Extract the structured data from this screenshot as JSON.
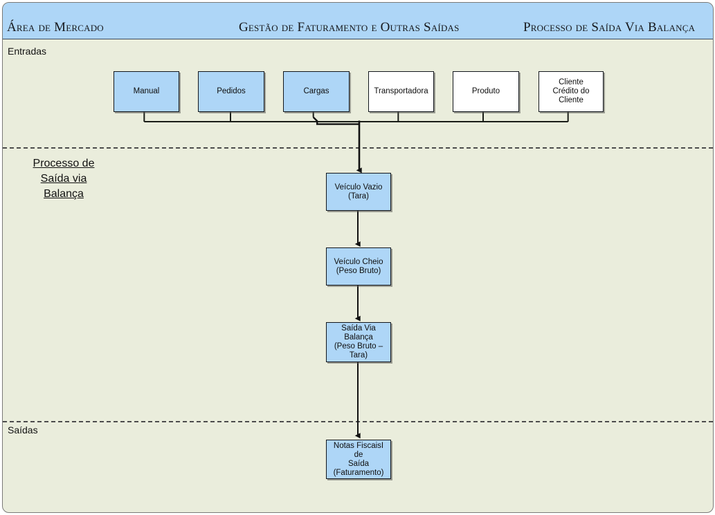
{
  "header": {
    "left_title": "Área de Mercado",
    "center_title": "Gestão de Faturamento e Outras Saídas",
    "right_title": "Processo de Saída Via Balança"
  },
  "lanes": {
    "inputs_label": "Entradas",
    "process_label_line1": "Processo de",
    "process_label_line2": "Saída via",
    "process_label_line3": "Balança",
    "outputs_label": "Saídas"
  },
  "inputs": [
    {
      "id": "manual",
      "label": "Manual",
      "label2": "",
      "fill": "blue"
    },
    {
      "id": "pedidos",
      "label": "Pedidos",
      "label2": "",
      "fill": "blue"
    },
    {
      "id": "cargas",
      "label": "Cargas",
      "label2": "",
      "fill": "blue"
    },
    {
      "id": "transportadora",
      "label": "Transportadora",
      "label2": "",
      "fill": "white"
    },
    {
      "id": "produto",
      "label": "Produto",
      "label2": "",
      "fill": "white"
    },
    {
      "id": "cliente",
      "label": "Cliente",
      "label2": "Crédito do Cliente",
      "fill": "white"
    }
  ],
  "process": [
    {
      "id": "veiculo-vazio",
      "line1": "Veículo Vazio",
      "line2": "(Tara)",
      "line3": ""
    },
    {
      "id": "veiculo-cheio",
      "line1": "Veículo Cheio",
      "line2": "(Peso Bruto)",
      "line3": ""
    },
    {
      "id": "saida-balanca",
      "line1": "Saída Via Balança",
      "line2": "(Peso Bruto –",
      "line3": "Tara)"
    }
  ],
  "outputs": [
    {
      "id": "notas-fiscais",
      "line1": "Notas FiscaisI de",
      "line2": "Saída",
      "line3": "(Faturamento)"
    }
  ],
  "colors": {
    "accent_blue": "#aed6f7",
    "canvas": "#eaeddc",
    "line": "#111111",
    "divider": "#4c4c4c"
  }
}
